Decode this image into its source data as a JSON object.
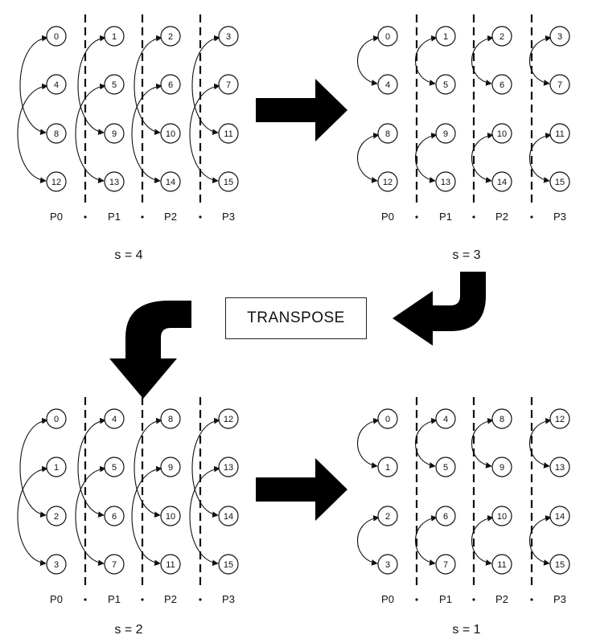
{
  "transpose_label": "TRANSPOSE",
  "colors": {
    "ink": "#111111",
    "background": "#ffffff"
  },
  "panels": [
    {
      "id": "top-left",
      "stage_label": "s = 4",
      "processors": [
        "P0",
        "P1",
        "P2",
        "P3"
      ],
      "columns": [
        [
          0,
          4,
          8,
          12
        ],
        [
          1,
          5,
          9,
          13
        ],
        [
          2,
          6,
          10,
          14
        ],
        [
          3,
          7,
          11,
          15
        ]
      ],
      "exchange_distance": 2
    },
    {
      "id": "top-right",
      "stage_label": "s = 3",
      "processors": [
        "P0",
        "P1",
        "P2",
        "P3"
      ],
      "columns": [
        [
          0,
          4,
          8,
          12
        ],
        [
          1,
          5,
          9,
          13
        ],
        [
          2,
          6,
          10,
          14
        ],
        [
          3,
          7,
          11,
          15
        ]
      ],
      "exchange_distance": 1
    },
    {
      "id": "bottom-left",
      "stage_label": "s = 2",
      "processors": [
        "P0",
        "P1",
        "P2",
        "P3"
      ],
      "columns": [
        [
          0,
          1,
          2,
          3
        ],
        [
          4,
          5,
          6,
          7
        ],
        [
          8,
          9,
          10,
          11
        ],
        [
          12,
          13,
          14,
          15
        ]
      ],
      "exchange_distance": 2
    },
    {
      "id": "bottom-right",
      "stage_label": "s = 1",
      "processors": [
        "P0",
        "P1",
        "P2",
        "P3"
      ],
      "columns": [
        [
          0,
          1,
          2,
          3
        ],
        [
          4,
          5,
          6,
          7
        ],
        [
          8,
          9,
          10,
          11
        ],
        [
          12,
          13,
          14,
          15
        ]
      ],
      "exchange_distance": 1
    }
  ]
}
